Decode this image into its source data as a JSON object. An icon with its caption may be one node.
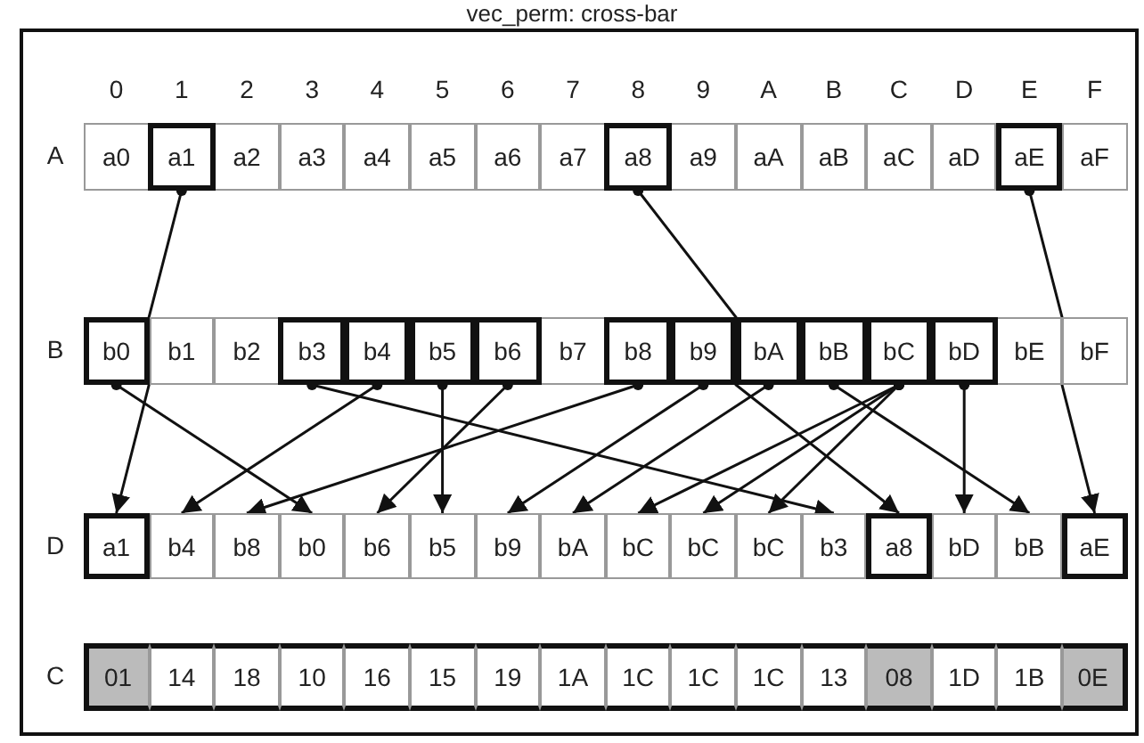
{
  "diagram": {
    "title": "vec_perm: cross-bar",
    "nodes": [
      {
        "text": [
          "a0"
        ]
      },
      {
        "text": [
          "a1"
        ]
      },
      {
        "text": [
          "a2"
        ]
      },
      {
        "text": [
          "a3"
        ]
      },
      {
        "text": [
          "a4"
        ]
      },
      {
        "text": [
          "a5"
        ]
      },
      {
        "text": [
          "a6"
        ]
      },
      {
        "text": [
          "a7"
        ]
      },
      {
        "text": [
          "a8"
        ]
      },
      {
        "text": [
          "a9"
        ]
      },
      {
        "text": [
          "aA"
        ]
      },
      {
        "text": [
          "aB"
        ]
      },
      {
        "text": [
          "aC"
        ]
      },
      {
        "text": [
          "aD"
        ]
      },
      {
        "text": [
          "aE"
        ]
      },
      {
        "text": [
          "aF"
        ]
      },
      {
        "text": [
          "b0"
        ]
      },
      {
        "text": [
          "b1"
        ]
      },
      {
        "text": [
          "b2"
        ]
      },
      {
        "text": [
          "b3"
        ]
      },
      {
        "text": [
          "b4"
        ]
      },
      {
        "text": [
          "b5"
        ]
      },
      {
        "text": [
          "b6"
        ]
      },
      {
        "text": [
          "b7"
        ]
      },
      {
        "text": [
          "b8"
        ]
      },
      {
        "text": [
          "b9"
        ]
      },
      {
        "text": [
          "bA"
        ]
      },
      {
        "text": [
          "bB"
        ]
      },
      {
        "text": [
          "bC"
        ]
      },
      {
        "text": [
          "bD"
        ]
      },
      {
        "text": [
          "bE"
        ]
      },
      {
        "text": [
          "bF"
        ]
      },
      {
        "text": [
          "a1"
        ]
      },
      {
        "text": [
          "b4"
        ]
      },
      {
        "text": [
          "b8"
        ]
      },
      {
        "text": [
          "b0"
        ]
      },
      {
        "text": [
          "b6"
        ]
      },
      {
        "text": [
          "b5"
        ]
      },
      {
        "text": [
          "b9"
        ]
      },
      {
        "text": [
          "bA"
        ]
      },
      {
        "text": [
          "bC"
        ]
      },
      {
        "text": [
          "bC"
        ]
      },
      {
        "text": [
          "bC"
        ]
      },
      {
        "text": [
          "b3"
        ]
      },
      {
        "text": [
          "a8"
        ]
      },
      {
        "text": [
          "bD"
        ]
      },
      {
        "text": [
          "bB"
        ]
      },
      {
        "text": [
          "aE"
        ]
      },
      {
        "text": [
          "01"
        ]
      },
      {
        "text": [
          "14"
        ]
      },
      {
        "text": [
          "18"
        ]
      },
      {
        "text": [
          "10"
        ]
      },
      {
        "text": [
          "16"
        ]
      },
      {
        "text": [
          "15"
        ]
      },
      {
        "text": [
          "19"
        ]
      },
      {
        "text": [
          "1A"
        ]
      },
      {
        "text": [
          "1C"
        ]
      },
      {
        "text": [
          "1C"
        ]
      },
      {
        "text": [
          "1C"
        ]
      },
      {
        "text": [
          "13"
        ]
      },
      {
        "text": [
          "08"
        ]
      },
      {
        "text": [
          "1D"
        ]
      },
      {
        "text": [
          "1B"
        ]
      },
      {
        "text": [
          "0E"
        ]
      }
    ],
    "edges": [
      {
        "from": 1,
        "to": 32,
        "arrow": "to"
      },
      {
        "from": 20,
        "to": 33,
        "arrow": "to"
      },
      {
        "from": 24,
        "to": 34,
        "arrow": "to"
      },
      {
        "from": 16,
        "to": 35,
        "arrow": "to"
      },
      {
        "from": 22,
        "to": 36,
        "arrow": "to"
      },
      {
        "from": 21,
        "to": 37,
        "arrow": "to"
      },
      {
        "from": 25,
        "to": 38,
        "arrow": "to"
      },
      {
        "from": 26,
        "to": 39,
        "arrow": "to"
      },
      {
        "from": 28,
        "to": 40,
        "arrow": "to"
      },
      {
        "from": 28,
        "to": 41,
        "arrow": "to"
      },
      {
        "from": 28,
        "to": 42,
        "arrow": "to"
      },
      {
        "from": 19,
        "to": 43,
        "arrow": "to"
      },
      {
        "from": 8,
        "to": 44,
        "arrow": "to"
      },
      {
        "from": 29,
        "to": 45,
        "arrow": "to"
      },
      {
        "from": 27,
        "to": 46,
        "arrow": "to"
      },
      {
        "from": 14,
        "to": 47,
        "arrow": "to"
      }
    ],
    "labels": [
      "0",
      "1",
      "2",
      "3",
      "4",
      "5",
      "6",
      "7",
      "8",
      "9",
      "A",
      "B",
      "C",
      "D",
      "E",
      "F",
      "A",
      "B",
      "D",
      "C"
    ]
  }
}
